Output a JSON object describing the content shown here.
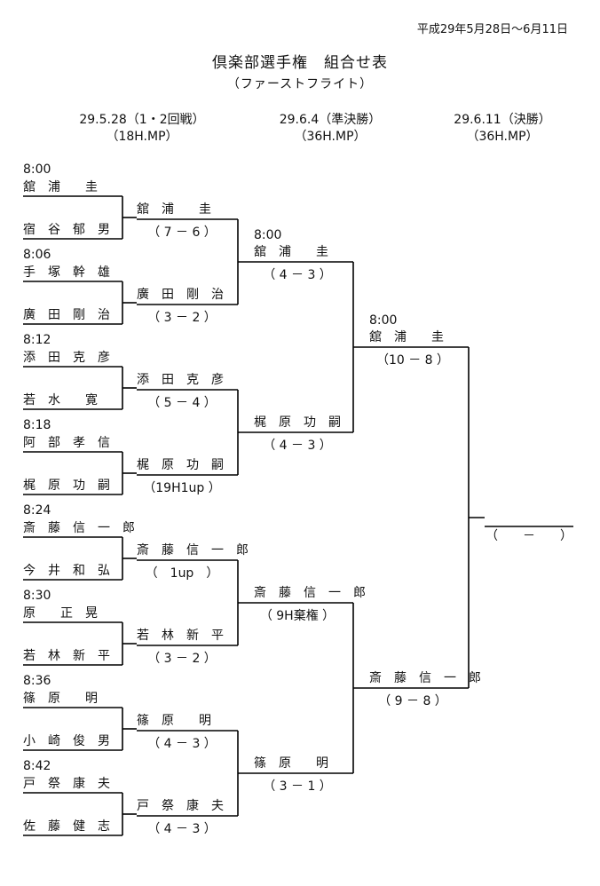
{
  "header": {
    "date_range": "平成29年5月28日～6月11日",
    "title": "倶楽部選手権　組合せ表",
    "subtitle": "（ファーストフライト）"
  },
  "rounds": [
    {
      "date": "29.5.28（1・2回戦）",
      "format": "（18H.MP）"
    },
    {
      "date": "29.6.4（準決勝）",
      "format": "（36H.MP）"
    },
    {
      "date": "29.6.11（決勝）",
      "format": "（36H.MP）"
    }
  ],
  "round1": [
    {
      "time": "8:00",
      "p1": "舘　浦　　圭",
      "p2": "宿　谷　郁　男"
    },
    {
      "time": "8:06",
      "p1": "手　塚　幹　雄",
      "p2": "廣　田　剛　治"
    },
    {
      "time": "8:12",
      "p1": "添　田　克　彦",
      "p2": "若　水　　寛"
    },
    {
      "time": "8:18",
      "p1": "阿　部　孝　信",
      "p2": "梶　原　功　嗣"
    },
    {
      "time": "8:24",
      "p1": "斎　藤　信　一　郎",
      "p2": "今　井　和　弘"
    },
    {
      "time": "8:30",
      "p1": "原　　正　晃",
      "p2": "若　林　新　平"
    },
    {
      "time": "8:36",
      "p1": "篠　原　　明",
      "p2": "小　崎　俊　男"
    },
    {
      "time": "8:42",
      "p1": "戸　祭　康　夫",
      "p2": "佐　藤　健　志"
    }
  ],
  "round2": [
    {
      "winner": "舘　浦　　圭",
      "score": "（ 7 － 6 ）"
    },
    {
      "winner": "廣　田　剛　治",
      "score": "（ 3 － 2 ）"
    },
    {
      "winner": "添　田　克　彦",
      "score": "（ 5 － 4 ）"
    },
    {
      "winner": "梶　原　功　嗣",
      "score": "（19H1up ）"
    },
    {
      "winner": "斎　藤　信　一　郎",
      "score": "（　1up　）"
    },
    {
      "winner": "若　林　新　平",
      "score": "（ 3 － 2 ）"
    },
    {
      "winner": "篠　原　　明",
      "score": "（ 4 － 3 ）"
    },
    {
      "winner": "戸　祭　康　夫",
      "score": "（ 4 － 3 ）"
    }
  ],
  "semis": [
    {
      "time": "8:00",
      "winner": "舘　浦　　圭",
      "score": "（ 4 － 3 ）"
    },
    {
      "time": "",
      "winner": "梶　原　功　嗣",
      "score": "（ 4 － 3 ）"
    },
    {
      "time": "",
      "winner": "斎　藤　信　一　郎",
      "score": "（ 9H棄権 ）"
    },
    {
      "time": "",
      "winner": "篠　原　　明",
      "score": "（ 3 － 1 ）"
    }
  ],
  "finals": [
    {
      "time": "8:00",
      "winner": "舘　浦　　圭",
      "score": "（10 － 8 ）"
    },
    {
      "time": "",
      "winner": "斎　藤　信　一　郎",
      "score": "（ 9 － 8 ）"
    }
  ],
  "champion": {
    "name": "",
    "score": "（　　－　　）"
  }
}
